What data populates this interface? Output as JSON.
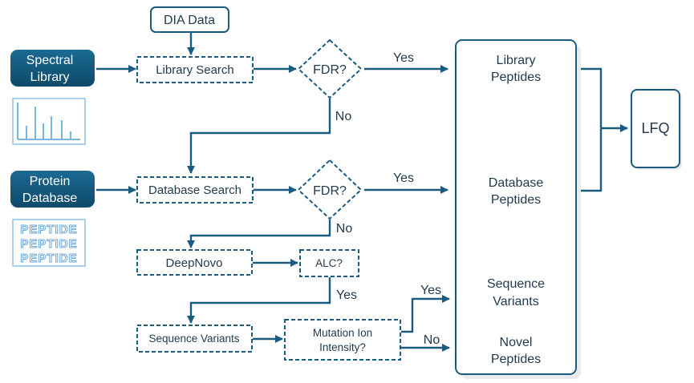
{
  "nodes": {
    "dia_data": "DIA Data",
    "spectral_library": [
      "Spectral",
      "Library"
    ],
    "library_search": "Library Search",
    "fdr_1": "FDR?",
    "protein_database": [
      "Protein",
      "Database"
    ],
    "database_search": "Database Search",
    "fdr_2": "FDR?",
    "deepnovo": "DeepNovo",
    "alc": "ALC?",
    "sequence_variants_box": "Sequence Variants",
    "mutation_ion_intensity": [
      "Mutation Ion",
      "Intensity?"
    ],
    "library_peptides": [
      "Library",
      "Peptides"
    ],
    "database_peptides": [
      "Database",
      "Peptides"
    ],
    "sequence_variants_result": [
      "Sequence",
      "Variants"
    ],
    "novel_peptides": [
      "Novel",
      "Peptides"
    ],
    "lfq": "LFQ"
  },
  "edge_labels": {
    "fdr1_yes": "Yes",
    "fdr1_no": "No",
    "fdr2_yes": "Yes",
    "fdr2_no": "No",
    "alc_yes": "Yes",
    "mutation_yes": "Yes",
    "mutation_no": "No"
  },
  "icons": {
    "spectrum": "spectrum-chart-icon",
    "peptide_sequences": "peptide-sequences-icon",
    "peptide_glyph": "PEPTIDE"
  },
  "colors": {
    "primary": "#1a5b80",
    "text": "#1f3a4d",
    "icon_light": "#8fc3e6"
  }
}
